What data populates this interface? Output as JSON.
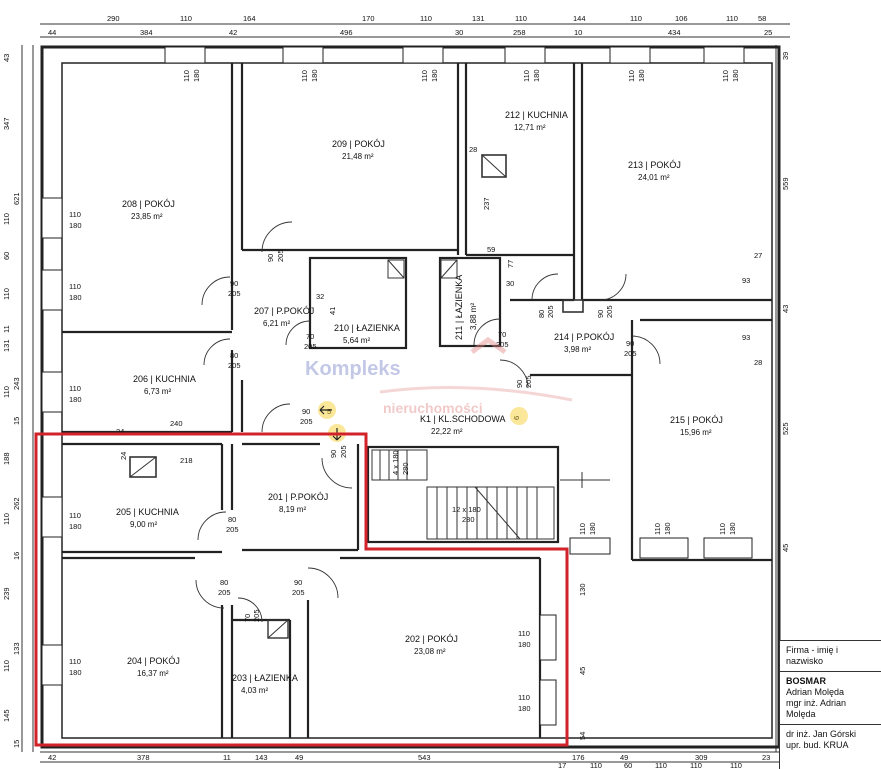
{
  "rooms": [
    {
      "id": "r208",
      "number": "208",
      "name": "POKÓJ",
      "area": "23,85 m²"
    },
    {
      "id": "r209",
      "number": "209",
      "name": "POKÓJ",
      "area": "21,48 m²"
    },
    {
      "id": "r212",
      "number": "212",
      "name": "KUCHNIA",
      "area": "12,71 m²"
    },
    {
      "id": "r213",
      "number": "213",
      "name": "POKÓJ",
      "area": "24,01 m²"
    },
    {
      "id": "r207",
      "number": "207",
      "name": "P.POKÓJ",
      "area": "6,21 m²"
    },
    {
      "id": "r210",
      "number": "210",
      "name": "ŁAZIENKA",
      "area": "5,64 m²"
    },
    {
      "id": "r211",
      "number": "211",
      "name": "ŁAZIENKA",
      "area": "3,88 m²"
    },
    {
      "id": "r214",
      "number": "214",
      "name": "P.POKÓJ",
      "area": "3,98 m²"
    },
    {
      "id": "r206",
      "number": "206",
      "name": "KUCHNIA",
      "area": "6,73 m²"
    },
    {
      "id": "rK1",
      "number": "K1",
      "name": "KL.SCHODOWA",
      "area": "22,22 m²"
    },
    {
      "id": "r215",
      "number": "215",
      "name": "POKÓJ",
      "area": "15,96 m²"
    },
    {
      "id": "r205",
      "number": "205",
      "name": "KUCHNIA",
      "area": "9,00 m²"
    },
    {
      "id": "r201",
      "number": "201",
      "name": "P.POKÓJ",
      "area": "8,19 m²"
    },
    {
      "id": "r202",
      "number": "202",
      "name": "POKÓJ",
      "area": "23,08 m²"
    },
    {
      "id": "r204",
      "number": "204",
      "name": "POKÓJ",
      "area": "16,37 m²"
    },
    {
      "id": "r203",
      "number": "203",
      "name": "ŁAZIENKA",
      "area": "4,03 m²"
    }
  ],
  "dims_top_row1": [
    "290",
    "110",
    "164",
    "170",
    "110",
    "131",
    "110",
    "144",
    "110",
    "106",
    "110",
    "58"
  ],
  "dims_top_row2": [
    "44",
    "384",
    "42",
    "496",
    "30",
    "258",
    "10",
    "434",
    "25"
  ],
  "dims_bottom": [
    "42",
    "378",
    "11",
    "143",
    "49",
    "543",
    "176",
    "49",
    "309",
    "23"
  ],
  "dims_bottom_row2": [
    "17",
    "110",
    "60",
    "110",
    "110",
    "110"
  ],
  "dims_left": [
    "43",
    "347",
    "621",
    "110",
    "60",
    "110",
    "11",
    "131",
    "243",
    "110",
    "15",
    "188",
    "262",
    "110",
    "16",
    "239",
    "133",
    "110",
    "145",
    "15"
  ],
  "dims_right": [
    "39",
    "559",
    "43",
    "525",
    "45",
    "130",
    "45",
    "54"
  ],
  "window_labels": {
    "w": "110",
    "h": "180"
  },
  "door_labels": [
    {
      "id": "d1",
      "w": "90",
      "h": "205"
    },
    {
      "id": "d2",
      "w": "90",
      "h": "205"
    },
    {
      "id": "d3",
      "w": "80",
      "h": "205"
    },
    {
      "id": "d4",
      "w": "70",
      "h": "205"
    },
    {
      "id": "d5",
      "w": "70",
      "h": "205"
    },
    {
      "id": "d6",
      "w": "80",
      "h": "205"
    },
    {
      "id": "d7",
      "w": "90",
      "h": "205"
    },
    {
      "id": "d8",
      "w": "90",
      "h": "205"
    },
    {
      "id": "d9",
      "w": "90",
      "h": "205"
    },
    {
      "id": "d10",
      "w": "90",
      "h": "205"
    },
    {
      "id": "d11",
      "w": "80",
      "h": "205"
    },
    {
      "id": "d12",
      "w": "80",
      "h": "205"
    },
    {
      "id": "d13",
      "w": "90",
      "h": "205"
    },
    {
      "id": "d14",
      "w": "70",
      "h": "205"
    }
  ],
  "inner_dims": {
    "a28": "28",
    "a237": "237",
    "a59": "59",
    "a77": "77",
    "a30": "30",
    "a27": "27",
    "a93a": "93",
    "a93b": "93",
    "a28b": "28",
    "a32": "32",
    "a41": "41",
    "a240": "240",
    "a24a": "24",
    "a218": "218",
    "a24b": "24",
    "a5": "5",
    "a6": "6",
    "stair1": "4 x 180",
    "stair1b": "280",
    "stair2": "12 x 180",
    "stair2b": "280"
  },
  "watermark": {
    "line1": "Kompleks",
    "line2": "nieruchomości"
  },
  "title_block": {
    "label1": "Firma - imię i",
    "label2": "nazwisko",
    "company": "BOSMAR",
    "person1": "Adrian Molęda",
    "person2a": "mgr inż. Adrian",
    "person2b": "Molęda",
    "author": "dr inż. Jan Górski",
    "author2": "upr. bud. KRUA"
  },
  "colors": {
    "highlight": "#d2232a",
    "wall": "#222222",
    "watermark_blue": "#7b86c9",
    "watermark_red": "#e38a8a",
    "arrow_yellow": "#f2c200"
  }
}
